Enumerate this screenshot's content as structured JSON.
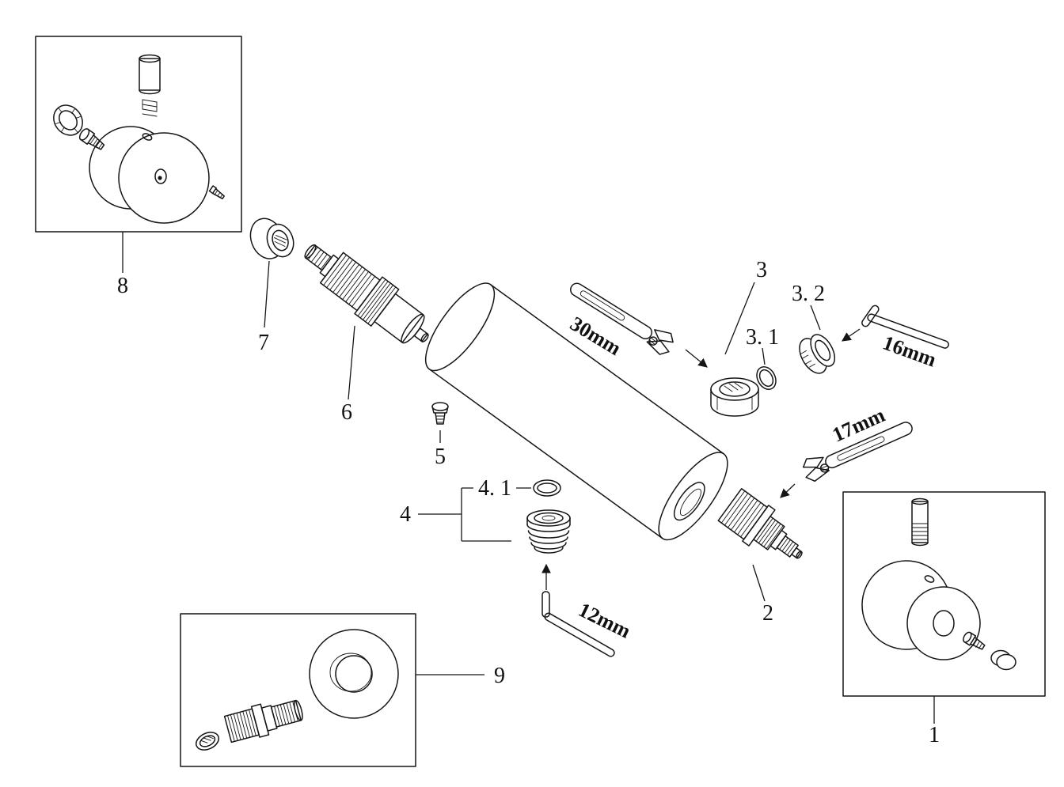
{
  "diagram": {
    "type": "exploded-parts-diagram",
    "background_color": "#ffffff",
    "line_color": "#151515"
  },
  "labels": {
    "part1": "1",
    "part2": "2",
    "part3": "3",
    "part3_1": "3. 1",
    "part3_2": "3. 2",
    "part4": "4",
    "part4_1": "4. 1",
    "part5": "5",
    "part6": "6",
    "part7": "7",
    "part8": "8",
    "part9": "9",
    "tool12": "12mm",
    "tool16": "16mm",
    "tool17": "17mm",
    "tool30": "30mm"
  }
}
